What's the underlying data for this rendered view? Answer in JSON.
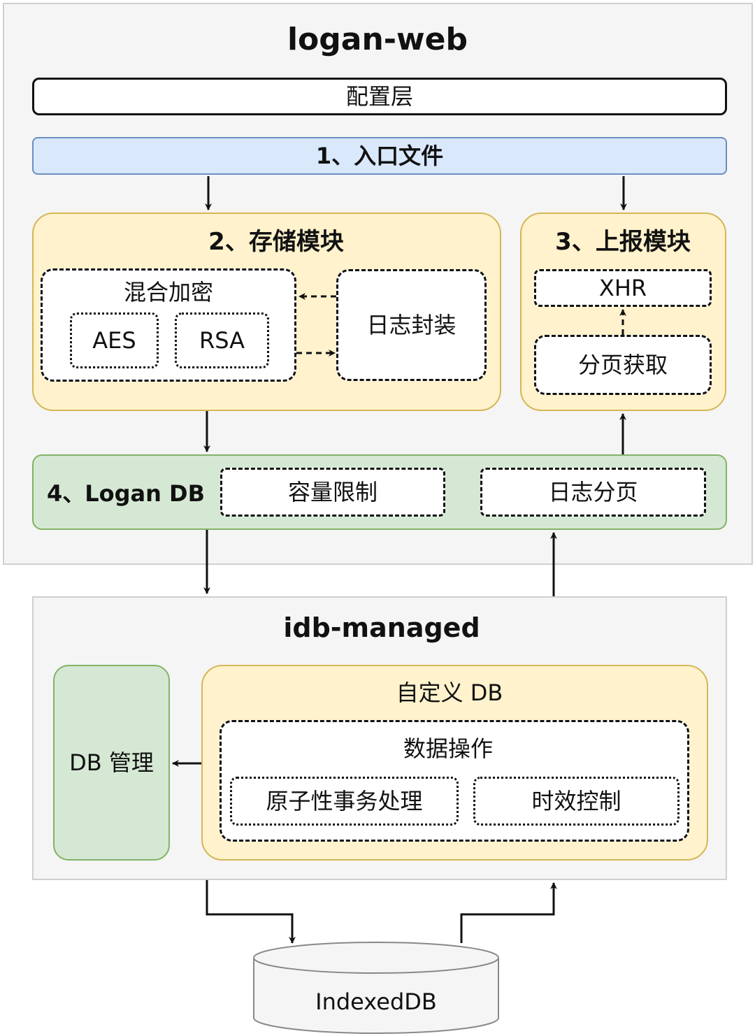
{
  "logan_web": {
    "title": "logan-web",
    "config_layer": "配置层",
    "entry": "1、入口文件",
    "storage": {
      "title": "2、存储模块",
      "encrypt": {
        "title": "混合加密",
        "aes": "AES",
        "rsa": "RSA"
      },
      "log_wrap": "日志封装"
    },
    "report": {
      "title": "3、上报模块",
      "xhr": "XHR",
      "paging": "分页获取"
    },
    "logan_db": {
      "title": "4、Logan DB",
      "capacity": "容量限制",
      "log_paging": "日志分页"
    }
  },
  "idb_managed": {
    "title": "idb-managed",
    "db_manage": "DB 管理",
    "custom_db": {
      "title": "自定义 DB",
      "data_ops": {
        "title": "数据操作",
        "atomic": "原子性事务处理",
        "timeliness": "时效控制"
      }
    }
  },
  "indexeddb": "IndexedDB",
  "colors": {
    "panel_bg": "#f5f5f5",
    "panel_border": "#cfcfcf",
    "entry_fill": "#dae8fc",
    "entry_border": "#6c8ebf",
    "module_fill": "#fff2cc",
    "module_border": "#d6b656",
    "db_fill": "#d5e8d4",
    "db_border": "#82b366"
  }
}
